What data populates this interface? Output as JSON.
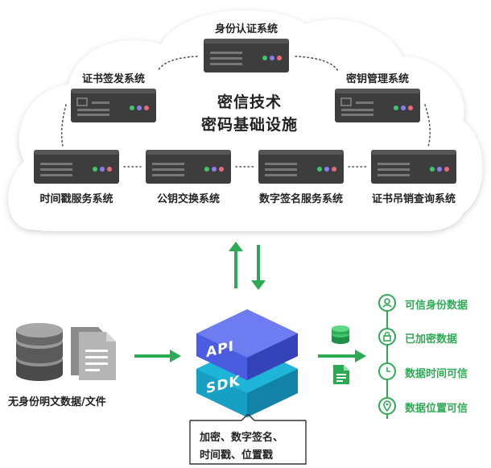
{
  "cloud": {
    "title_line1": "密信技术",
    "title_line2": "密码基础设施",
    "systems": {
      "identity": "身份认证系统",
      "cert_issue": "证书签发系统",
      "key_mgmt": "密钥管理系统",
      "timestamp": "时间戳服务系统",
      "key_exchange": "公钥交换系统",
      "digital_sign": "数字签名服务系统",
      "cert_revoke": "证书吊销查询系统"
    }
  },
  "input": {
    "label": "无身份明文数据/文件"
  },
  "core": {
    "api_label": "API",
    "sdk_label": "SDK",
    "functions_line1": "加密、数字签名、",
    "functions_line2": "时间戳、位置戳"
  },
  "outputs": [
    {
      "label": "可信身份数据",
      "icon": "user-icon"
    },
    {
      "label": "已加密数据",
      "icon": "lock-icon"
    },
    {
      "label": "数据时间可信",
      "icon": "clock-icon"
    },
    {
      "label": "数据位置可信",
      "icon": "location-icon"
    }
  ],
  "colors": {
    "accent_green": "#2eaa55",
    "server_dark": "#3d3d3d",
    "api_blue": "#4a5de0",
    "sdk_teal": "#1fb5d8"
  }
}
